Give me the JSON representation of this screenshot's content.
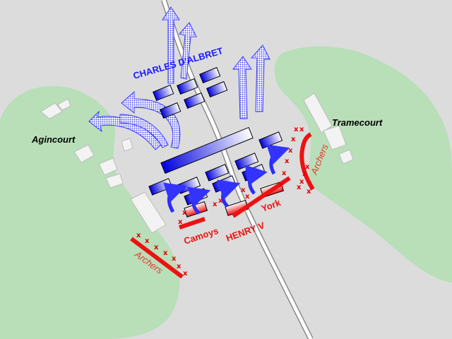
{
  "map": {
    "colors": {
      "background": "#dcdcdc",
      "woods": "#b8dfb8",
      "french": "#1a1aff",
      "english": "#ee1111",
      "road": "#ffffff",
      "building": "#f3f3f3"
    },
    "places": {
      "agincourt": "Agincourt",
      "tramecourt": "Tramecourt"
    },
    "commanders": {
      "french": "CHARLES D'ALBRET",
      "english_center": "HENRY V",
      "english_left": "Camoys",
      "english_right": "York"
    },
    "archers_left": "Archers",
    "archers_right": "Archers",
    "icons": {
      "retreat_arrow": "dotted-blue-arrow",
      "attack_arrow": "curved-blue-arrow",
      "stake_marker": "red-x"
    }
  }
}
